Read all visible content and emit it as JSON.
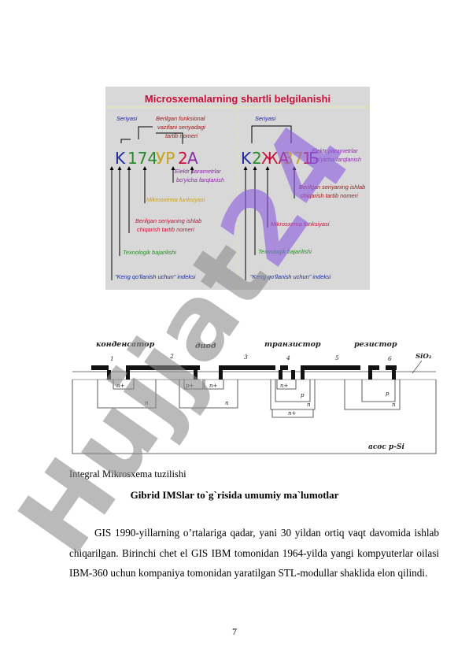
{
  "figure1": {
    "title": "Microsxemalarning shartli belgilanishi",
    "left": {
      "code_parts": [
        "K",
        "174",
        "УР",
        "2",
        "A"
      ],
      "seriyasi": "Seriyasi",
      "berilgan_funksional": [
        "Berilgan funksional",
        "vazifani seriyadagi",
        "tartib nomeri"
      ],
      "elektr": [
        "Elektr parametrlar",
        "bo'yicha farqlanish"
      ],
      "mikrosxema_funksiyasi": "Mikrosxema funksiyasi",
      "berilgan_seriya": [
        "Berilgan seriyaning ishlab",
        "chiqarish tartib nomeri"
      ],
      "texnologik": "Texnologik bajarilishi",
      "keng": "\"Keng qo'llanish uchun\" indeksi"
    },
    "right": {
      "code_parts": [
        "K",
        "2",
        "ЖА",
        "37",
        "1",
        "Б"
      ],
      "seriyasi": "Seriyasi",
      "elektr": [
        "Elektr parametrlar",
        "bo'yicha farqlanish"
      ],
      "berilgan_seriya": [
        "Berilgan seriyaning ishlab",
        "chiqarish tartib nomeri"
      ],
      "mikrosxema_funksiyasi": "Mikrosxema funksiyasi",
      "texnologik": "Texnologik bajarilishi",
      "keng": "\"Keng qo'llanish uchun\" indeksi"
    }
  },
  "figure2": {
    "labels": [
      "конденсатор",
      "диод",
      "транзистор",
      "резистор"
    ],
    "numbers": [
      "1",
      "2",
      "3",
      "4",
      "5",
      "6"
    ],
    "sio2": "SiO₂",
    "substrate": "асос p-Si",
    "regions": {
      "n_plus": "n+",
      "p_plus": "p+",
      "n": "n",
      "p": "p"
    }
  },
  "caption": "Integral Mikrosxema tuzilishi",
  "heading": "Gibrid IMSlar to`g`risida umumiy ma`lumotlar",
  "paragraph": "GIS 1990-yillarning o’rtalariga qadar, yani 30 yildan ortiq vaqt davomida ishlab chiqarilgan. Birinchi chet el GIS IBM tomonidan 1964-yilda yangi kompyuterlar oilasi IBM-360 uchun kompaniya tomonidan yaratilgan STL-modullar shaklida elon qilindi.",
  "page_number": "7",
  "watermark": "Hujjat24"
}
